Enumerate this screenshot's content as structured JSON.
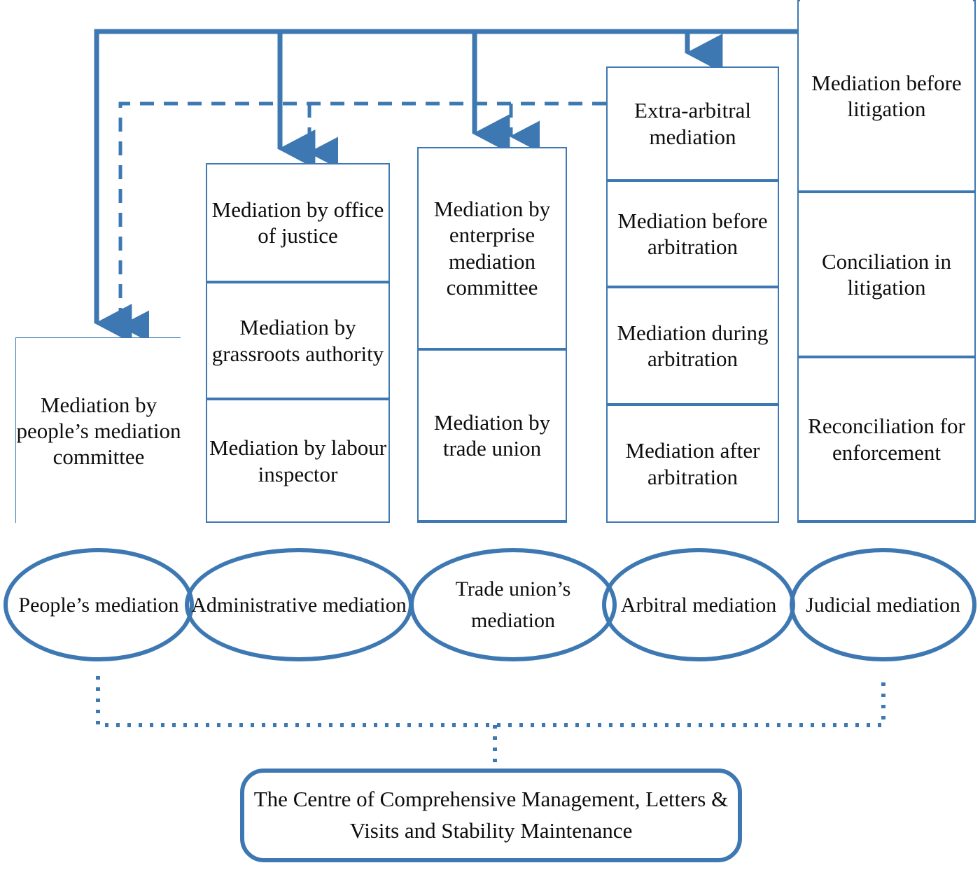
{
  "diagram": {
    "title": "Mediation mechanisms flow diagram",
    "accent_color": "#3E78B2",
    "text_color": "#0d0d0d",
    "background": "#ffffff"
  },
  "columns": [
    {
      "key": "peoples",
      "cells": [
        {
          "label": "Mediation by people’s mediation committee"
        }
      ]
    },
    {
      "key": "administrative",
      "cells": [
        {
          "label": "Mediation by office of justice"
        },
        {
          "label": "Mediation by grassroots authority"
        },
        {
          "label": "Mediation by labour inspector"
        }
      ]
    },
    {
      "key": "trade-union",
      "cells": [
        {
          "label": "Mediation by enterprise mediation committee"
        },
        {
          "label": "Mediation by trade union"
        }
      ]
    },
    {
      "key": "arbitral",
      "cells": [
        {
          "label": "Extra-arbitral mediation"
        },
        {
          "label": "Mediation before arbitration"
        },
        {
          "label": "Mediation during arbitration"
        },
        {
          "label": "Mediation after arbitration"
        }
      ]
    },
    {
      "key": "judicial",
      "cells": [
        {
          "label": "Mediation before litigation"
        },
        {
          "label": "Conciliation in litigation"
        },
        {
          "label": "Reconciliation for enforcement"
        }
      ]
    }
  ],
  "categories": [
    {
      "label": "People’s mediation"
    },
    {
      "label": "Administrative mediation"
    },
    {
      "label": "Trade union’s mediation"
    },
    {
      "label": "Arbitral mediation"
    },
    {
      "label": "Judicial mediation"
    }
  ],
  "centre": {
    "label": "The Centre of Comprehensive Management, Letters & Visits and Stability Maintenance"
  }
}
